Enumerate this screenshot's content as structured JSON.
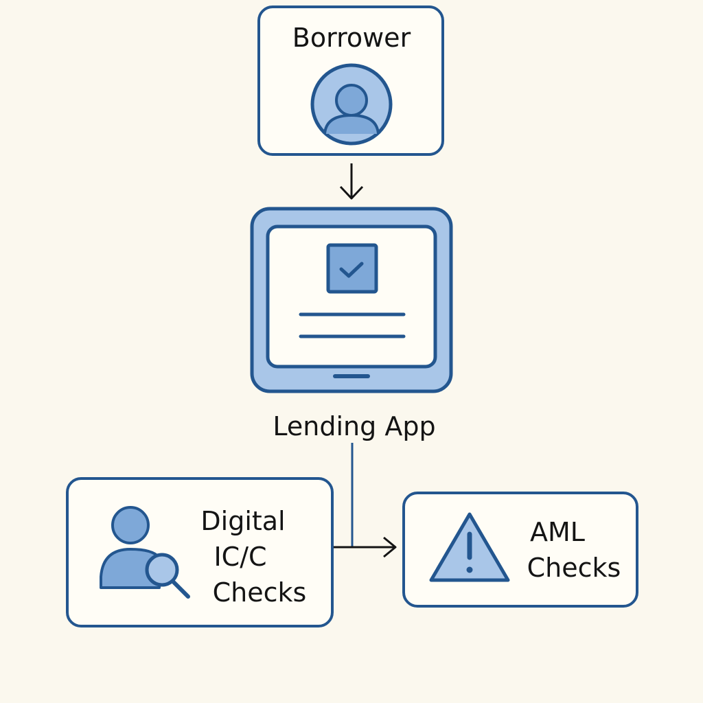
{
  "nodes": {
    "borrower": {
      "label": "Borrower",
      "icon": "user-avatar-icon"
    },
    "lending_app": {
      "label": "Lending App",
      "icon": "tablet-checkbox-form-icon"
    },
    "digital_checks": {
      "label_lines": [
        "Digital",
        "IC/C",
        "Checks"
      ],
      "icon": "user-search-icon"
    },
    "aml_checks": {
      "label_lines": [
        "AML",
        "Checks"
      ],
      "icon": "warning-triangle-icon"
    }
  },
  "colors": {
    "background": "#fbf8ee",
    "stroke": "#23568f",
    "fill_light": "#a9c6e8",
    "fill_mid": "#7ea8d8",
    "box_fill": "#fffdf6",
    "text": "#141414"
  }
}
